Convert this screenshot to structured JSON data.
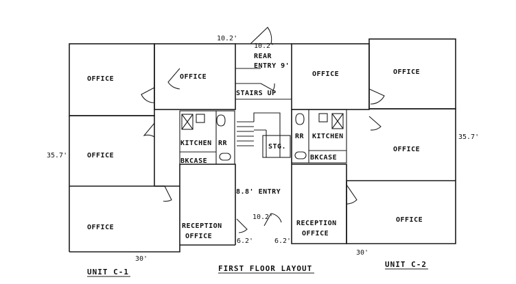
{
  "labels": {
    "office": "OFFICE",
    "kitchen": "KITCHEN",
    "rr": "RR",
    "bkcase": "BKCASE",
    "stg": "STG.",
    "stairs": "STAIRS UP",
    "rear_entry": [
      "10.2'",
      "REAR",
      "ENTRY 9'"
    ],
    "front_entry": "8.8' ENTRY",
    "reception_line1": "RECEPTION",
    "reception_line2": "OFFICE"
  },
  "dimensions": {
    "top_width": "10.2'",
    "front_width": "10.2'",
    "front_left": "6.2'",
    "front_right": "6.2'",
    "left_height": "35.7'",
    "right_height": "35.7'",
    "c1_width": "30'",
    "c2_width": "30'"
  },
  "titles": {
    "unit_c1": "UNIT C-1",
    "unit_c2": "UNIT C-2",
    "floor": "FIRST FLOOR LAYOUT"
  }
}
